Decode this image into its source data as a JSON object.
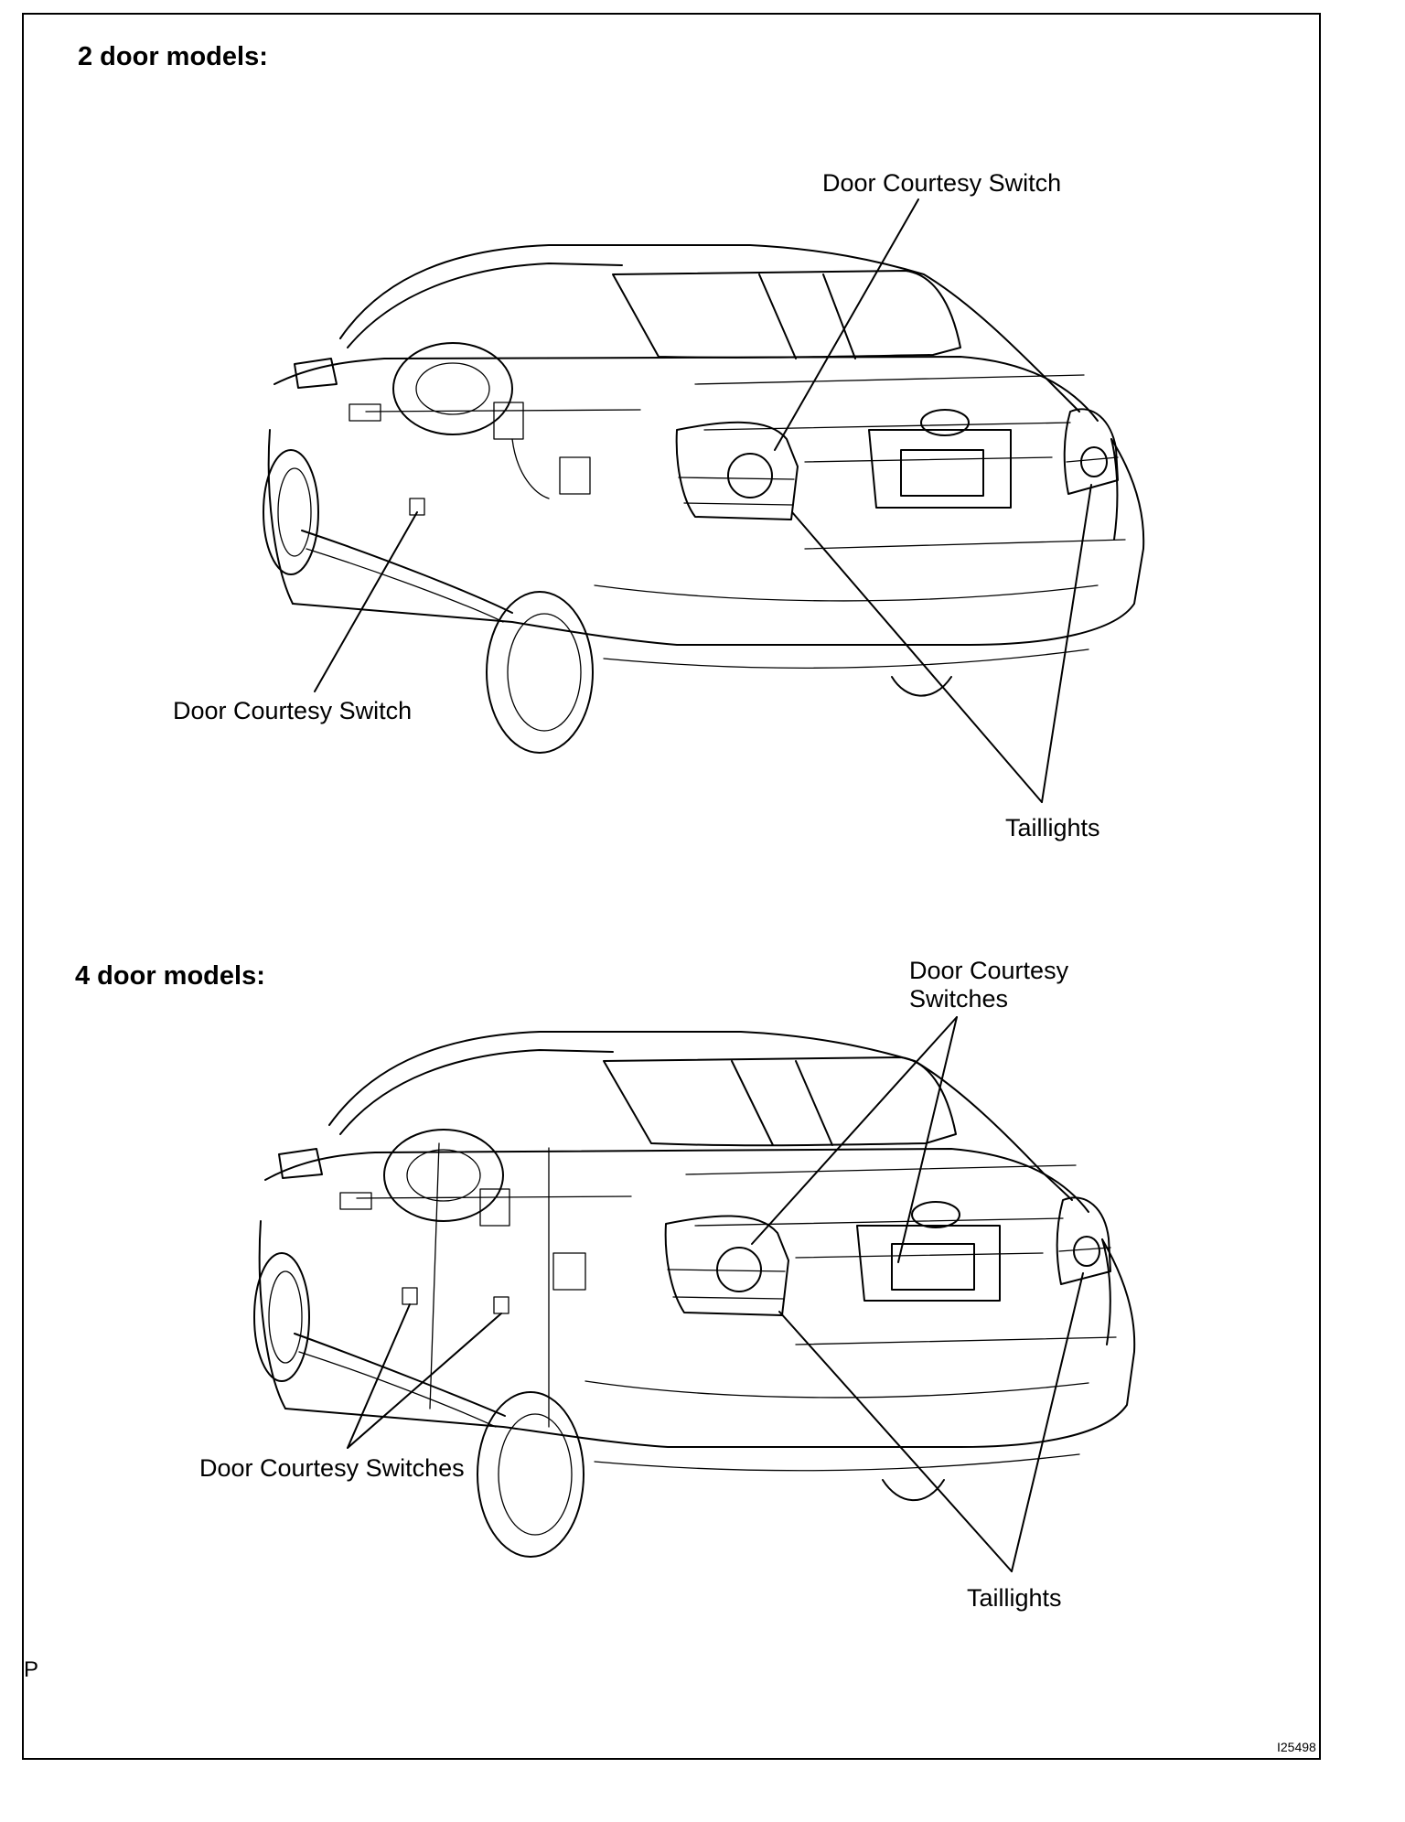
{
  "sections": [
    {
      "heading": "2 door models:",
      "labels": {
        "courtesy_switch_top": "Door Courtesy Switch",
        "courtesy_switch_side": "Door Courtesy Switch",
        "taillights": "Taillights"
      }
    },
    {
      "heading": "4 door models:",
      "labels": {
        "courtesy_switches_top_line1": "Door Courtesy",
        "courtesy_switches_top_line2": "Switches",
        "courtesy_switches_side": "Door Courtesy Switches",
        "taillights": "Taillights"
      }
    }
  ],
  "page_marker": "P",
  "figure_id": "I25498"
}
